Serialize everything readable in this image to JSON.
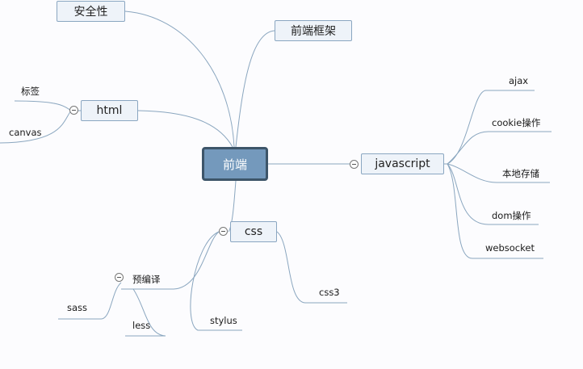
{
  "root": {
    "label": "前端"
  },
  "branches": {
    "security": {
      "label": "安全性"
    },
    "frameworks": {
      "label": "前端框架"
    },
    "html": {
      "label": "html",
      "children": [
        "标签",
        "canvas"
      ]
    },
    "javascript": {
      "label": "javascript",
      "children": [
        "ajax",
        "cookie操作",
        "本地存储",
        "dom操作",
        "websocket"
      ]
    },
    "css": {
      "label": "css",
      "children": {
        "precompile": "预编译",
        "stylus": "stylus",
        "css3": "css3"
      },
      "precompile_children": [
        "sass",
        "less"
      ]
    }
  },
  "colors": {
    "line": "#8aa6bf",
    "node_fill": "#eef3f9",
    "node_border": "#8aa6c1",
    "root_fill": "#7499bc",
    "root_border": "#3d5569"
  }
}
